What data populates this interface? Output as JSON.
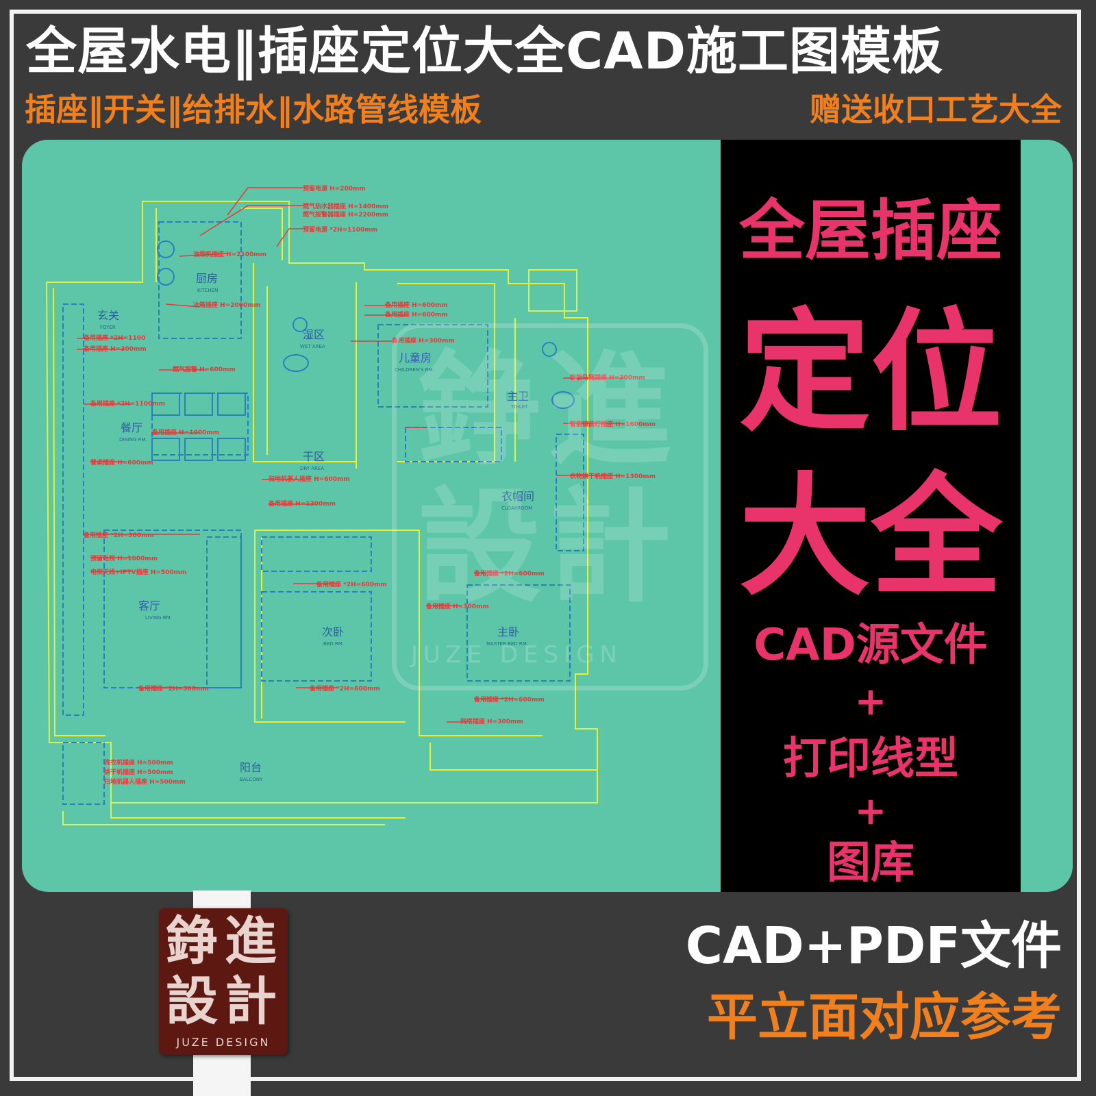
{
  "header": {
    "title": "全屋水电‖插座定位大全CAD施工图模板",
    "subtitle_left": "插座‖开关‖给排水‖水路管线模板",
    "subtitle_right": "赠送收口工艺大全"
  },
  "promo": {
    "line1": "全屋插座",
    "line2": "定位",
    "line3": "大全",
    "line4": "CAD源文件",
    "plus1": "+",
    "line5": "打印线型",
    "plus2": "+",
    "line6": "图库"
  },
  "footer": {
    "line1": "CAD+PDF文件",
    "line2": "平立面对应参考"
  },
  "logo": {
    "char1": "錚",
    "char2": "進",
    "char3": "設",
    "char4": "計",
    "en": "JUZE DESIGN"
  },
  "watermark": {
    "text": "錚進設計",
    "en": "JUZE DESIGN"
  },
  "floorplan": {
    "rooms": {
      "foyer_cn": "玄关",
      "foyer_en": "FOYER",
      "kitchen_cn": "厨房",
      "kitchen_en": "KITCHEN",
      "wet_cn": "湿区",
      "wet_en": "WET AREA",
      "child_cn": "儿童房",
      "child_en": "CHILDREN'S RM.",
      "toilet_cn": "主卫",
      "toilet_en": "TOILET",
      "dining_cn": "餐厅",
      "dining_en": "DINING RM.",
      "dry_cn": "干区",
      "dry_en": "DRY AREA",
      "cloak_cn": "衣帽间",
      "cloak_en": "CLOAKROOM",
      "living_cn": "客厅",
      "living_en": "LIVING RM.",
      "bed_cn": "次卧",
      "bed_en": "BED RM.",
      "master_cn": "主卧",
      "master_en": "MASTER BED RM.",
      "balcony_cn": "阳台",
      "balcony_en": "BALCONY"
    }
  },
  "colors": {
    "background": "#3a3a3a",
    "panel": "#5ec6a8",
    "accent_pink": "#e8336b",
    "accent_orange": "#f07f1e"
  }
}
